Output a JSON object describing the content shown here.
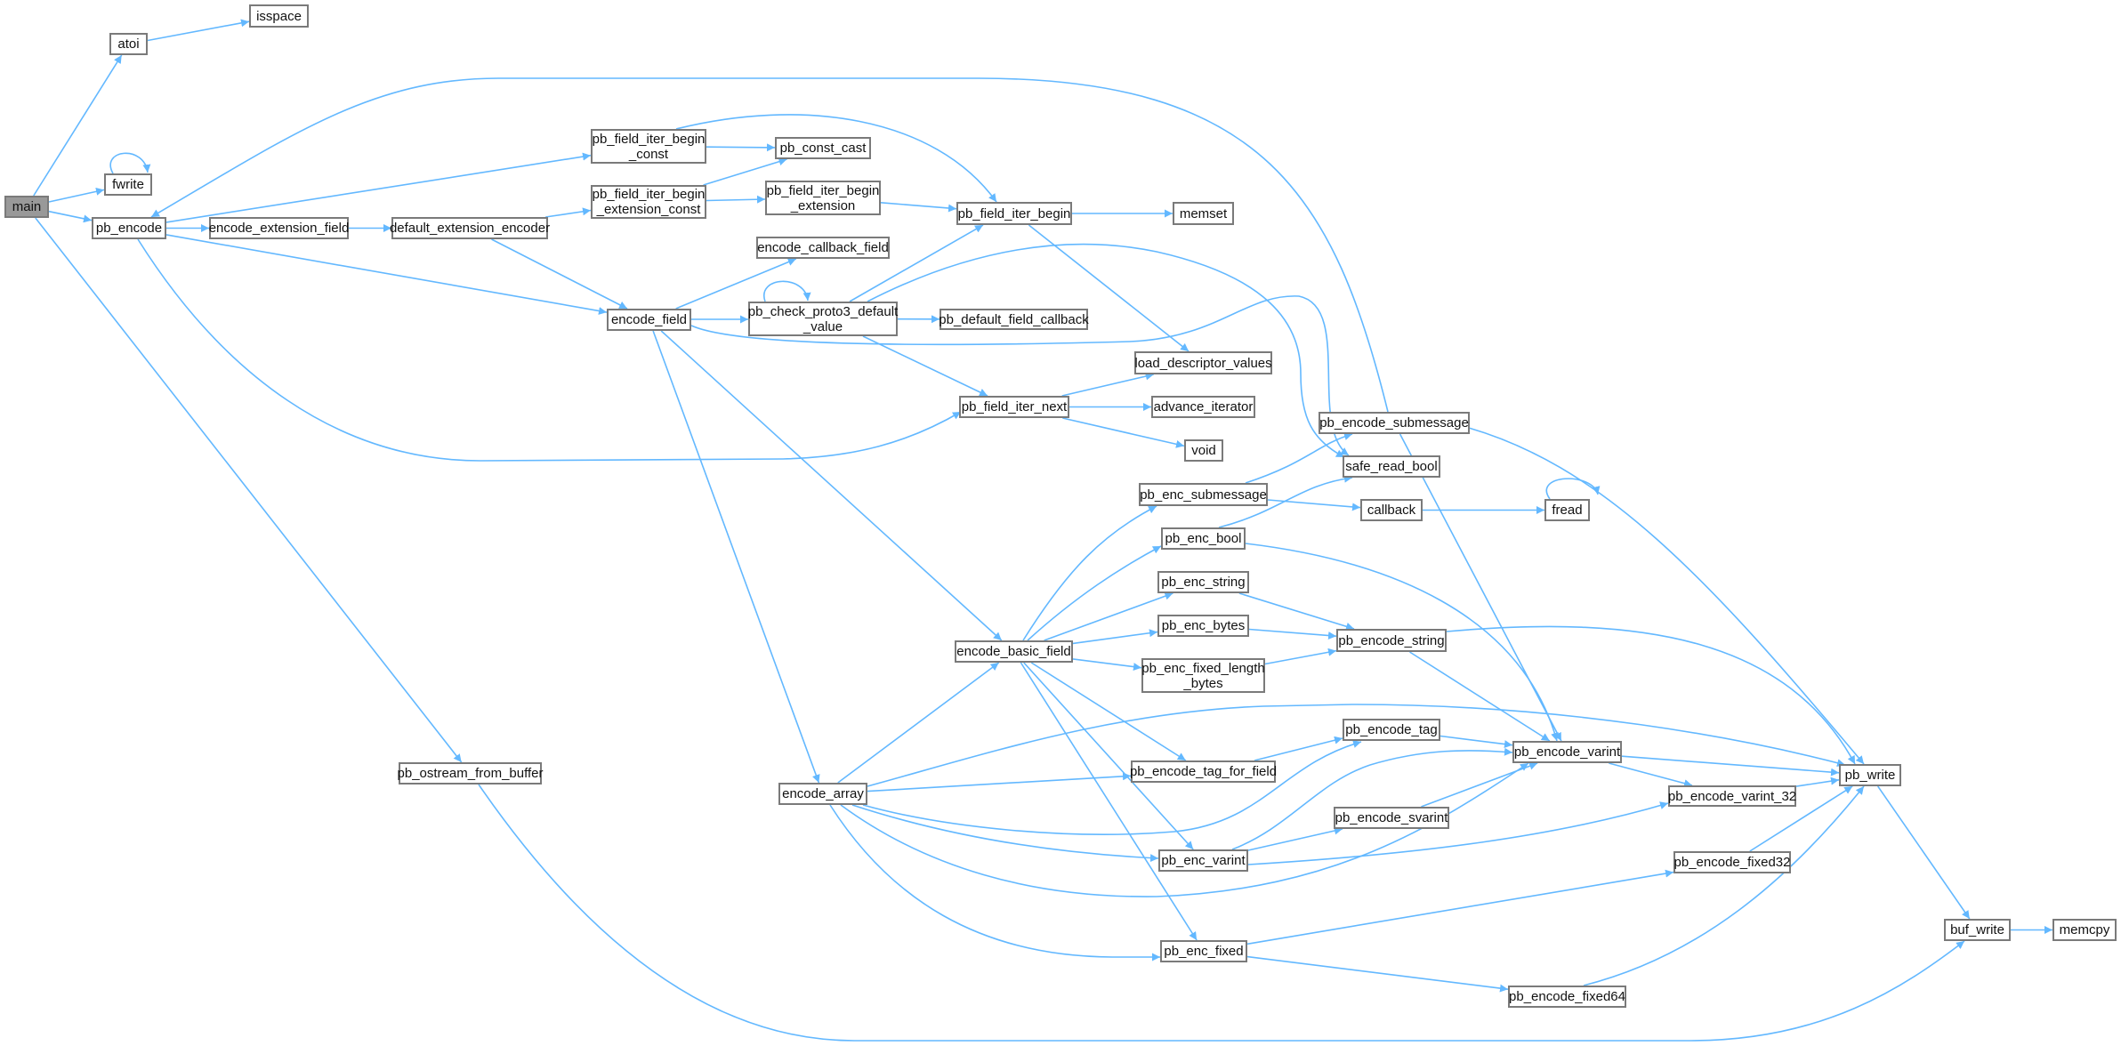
{
  "colors": {
    "edge": "#63b8ff",
    "node_border": "#7a7a7a",
    "root_fill": "#999999"
  },
  "nodes": {
    "main": "main",
    "atoi": "atoi",
    "isspace": "isspace",
    "fwrite": "fwrite",
    "pb_encode": "pb_encode",
    "encode_extension_field": "encode_extension_field",
    "default_extension_encoder": "default_extension_encoder",
    "pb_field_iter_begin_const": "pb_field_iter_begin\n_const",
    "pb_field_iter_begin_extension_const": "pb_field_iter_begin\n_extension_const",
    "pb_const_cast": "pb_const_cast",
    "pb_field_iter_begin_extension": "pb_field_iter_begin\n_extension",
    "pb_field_iter_begin": "pb_field_iter_begin",
    "memset": "memset",
    "encode_callback_field": "encode_callback_field",
    "pb_check_proto3_default_value": "pb_check_proto3_default\n_value",
    "pb_default_field_callback": "pb_default_field_callback",
    "encode_field": "encode_field",
    "load_descriptor_values": "load_descriptor_values",
    "pb_field_iter_next": "pb_field_iter_next",
    "advance_iterator": "advance_iterator",
    "void": "void",
    "pb_encode_submessage": "pb_encode_submessage",
    "safe_read_bool": "safe_read_bool",
    "pb_enc_submessage": "pb_enc_submessage",
    "callback": "callback",
    "fread": "fread",
    "pb_enc_bool": "pb_enc_bool",
    "pb_enc_string": "pb_enc_string",
    "pb_enc_bytes": "pb_enc_bytes",
    "encode_basic_field": "encode_basic_field",
    "pb_encode_string": "pb_encode_string",
    "pb_enc_fixed_length_bytes": "pb_enc_fixed_length\n_bytes",
    "pb_encode_tag": "pb_encode_tag",
    "pb_encode_varint": "pb_encode_varint",
    "pb_write": "pb_write",
    "pb_encode_tag_for_field": "pb_encode_tag_for_field",
    "pb_ostream_from_buffer": "pb_ostream_from_buffer",
    "encode_array": "encode_array",
    "pb_encode_varint_32": "pb_encode_varint_32",
    "pb_encode_svarint": "pb_encode_svarint",
    "pb_enc_varint": "pb_enc_varint",
    "pb_encode_fixed32": "pb_encode_fixed32",
    "pb_enc_fixed": "pb_enc_fixed",
    "buf_write": "buf_write",
    "memcpy": "memcpy",
    "pb_encode_fixed64": "pb_encode_fixed64"
  },
  "root": "main",
  "edges": [
    [
      "main",
      "atoi"
    ],
    [
      "main",
      "fwrite"
    ],
    [
      "main",
      "pb_encode"
    ],
    [
      "main",
      "pb_ostream_from_buffer"
    ],
    [
      "atoi",
      "isspace"
    ],
    [
      "fwrite",
      "fwrite"
    ],
    [
      "pb_encode",
      "pb_field_iter_begin_const"
    ],
    [
      "pb_encode",
      "encode_extension_field"
    ],
    [
      "pb_encode",
      "encode_field"
    ],
    [
      "pb_encode",
      "pb_field_iter_next"
    ],
    [
      "pb_encode_submessage",
      "pb_encode"
    ],
    [
      "encode_extension_field",
      "default_extension_encoder"
    ],
    [
      "default_extension_encoder",
      "pb_field_iter_begin_extension_const"
    ],
    [
      "default_extension_encoder",
      "encode_field"
    ],
    [
      "pb_field_iter_begin_const",
      "pb_const_cast"
    ],
    [
      "pb_field_iter_begin_const",
      "pb_field_iter_begin"
    ],
    [
      "pb_field_iter_begin_extension_const",
      "pb_const_cast"
    ],
    [
      "pb_field_iter_begin_extension_const",
      "pb_field_iter_begin_extension"
    ],
    [
      "pb_field_iter_begin_extension",
      "pb_field_iter_begin"
    ],
    [
      "pb_field_iter_begin",
      "memset"
    ],
    [
      "pb_field_iter_begin",
      "load_descriptor_values"
    ],
    [
      "encode_field",
      "encode_callback_field"
    ],
    [
      "encode_field",
      "pb_check_proto3_default_value"
    ],
    [
      "encode_field",
      "safe_read_bool"
    ],
    [
      "encode_field",
      "encode_basic_field"
    ],
    [
      "encode_field",
      "encode_array"
    ],
    [
      "pb_check_proto3_default_value",
      "pb_check_proto3_default_value"
    ],
    [
      "pb_check_proto3_default_value",
      "pb_field_iter_begin"
    ],
    [
      "pb_check_proto3_default_value",
      "pb_default_field_callback"
    ],
    [
      "pb_check_proto3_default_value",
      "pb_field_iter_next"
    ],
    [
      "pb_check_proto3_default_value",
      "safe_read_bool"
    ],
    [
      "pb_field_iter_next",
      "load_descriptor_values"
    ],
    [
      "pb_field_iter_next",
      "advance_iterator"
    ],
    [
      "pb_field_iter_next",
      "void"
    ],
    [
      "encode_basic_field",
      "pb_enc_submessage"
    ],
    [
      "encode_basic_field",
      "pb_enc_bool"
    ],
    [
      "encode_basic_field",
      "pb_enc_string"
    ],
    [
      "encode_basic_field",
      "pb_enc_bytes"
    ],
    [
      "encode_basic_field",
      "pb_enc_fixed_length_bytes"
    ],
    [
      "encode_basic_field",
      "pb_encode_tag_for_field"
    ],
    [
      "encode_basic_field",
      "pb_enc_varint"
    ],
    [
      "encode_basic_field",
      "pb_enc_fixed"
    ],
    [
      "encode_array",
      "encode_basic_field"
    ],
    [
      "encode_array",
      "pb_write"
    ],
    [
      "encode_array",
      "pb_encode_tag_for_field"
    ],
    [
      "encode_array",
      "pb_encode_tag"
    ],
    [
      "encode_array",
      "pb_enc_varint"
    ],
    [
      "encode_array",
      "pb_encode_varint"
    ],
    [
      "encode_array",
      "pb_enc_fixed"
    ],
    [
      "pb_enc_submessage",
      "pb_encode_submessage"
    ],
    [
      "pb_enc_submessage",
      "callback"
    ],
    [
      "callback",
      "fread"
    ],
    [
      "fread",
      "fread"
    ],
    [
      "pb_enc_bool",
      "safe_read_bool"
    ],
    [
      "pb_enc_bool",
      "pb_encode_varint"
    ],
    [
      "pb_enc_string",
      "pb_encode_string"
    ],
    [
      "pb_enc_bytes",
      "pb_encode_string"
    ],
    [
      "pb_enc_fixed_length_bytes",
      "pb_encode_string"
    ],
    [
      "pb_encode_string",
      "pb_write"
    ],
    [
      "pb_encode_string",
      "pb_encode_varint"
    ],
    [
      "pb_encode_tag_for_field",
      "pb_encode_tag"
    ],
    [
      "pb_encode_tag",
      "pb_encode_varint"
    ],
    [
      "pb_enc_varint",
      "pb_encode_varint"
    ],
    [
      "pb_enc_varint",
      "pb_encode_svarint"
    ],
    [
      "pb_enc_varint",
      "pb_encode_varint_32"
    ],
    [
      "pb_encode_svarint",
      "pb_encode_varint"
    ],
    [
      "pb_encode_submessage",
      "pb_encode_varint"
    ],
    [
      "pb_encode_submessage",
      "pb_write"
    ],
    [
      "pb_encode_varint",
      "pb_write"
    ],
    [
      "pb_encode_varint",
      "pb_encode_varint_32"
    ],
    [
      "pb_encode_varint_32",
      "pb_write"
    ],
    [
      "pb_enc_fixed",
      "pb_encode_fixed32"
    ],
    [
      "pb_enc_fixed",
      "pb_encode_fixed64"
    ],
    [
      "pb_encode_fixed32",
      "pb_write"
    ],
    [
      "pb_encode_fixed64",
      "pb_write"
    ],
    [
      "pb_write",
      "buf_write"
    ],
    [
      "buf_write",
      "memcpy"
    ],
    [
      "pb_ostream_from_buffer",
      "buf_write"
    ]
  ]
}
